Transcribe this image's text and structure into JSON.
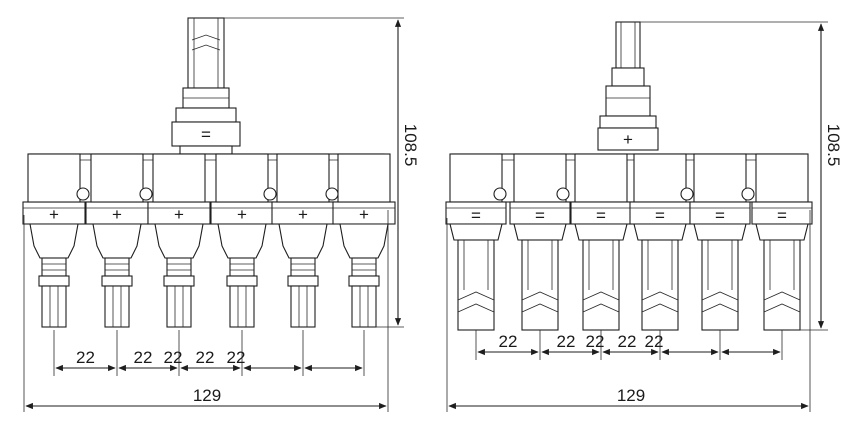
{
  "left_view": {
    "height_label": "108.5",
    "pitch_labels": [
      "22",
      "22",
      "22",
      "22",
      "22"
    ],
    "width_label": "129",
    "socket_symbols": [
      "+",
      "+",
      "+",
      "+",
      "+",
      "+"
    ],
    "stem_symbol": "="
  },
  "right_view": {
    "height_label": "108.5",
    "pitch_labels": [
      "22",
      "22",
      "22",
      "22",
      "22"
    ],
    "width_label": "129",
    "socket_symbols": [
      "=",
      "=",
      "=",
      "=",
      "=",
      "="
    ],
    "stem_symbol": "+"
  }
}
